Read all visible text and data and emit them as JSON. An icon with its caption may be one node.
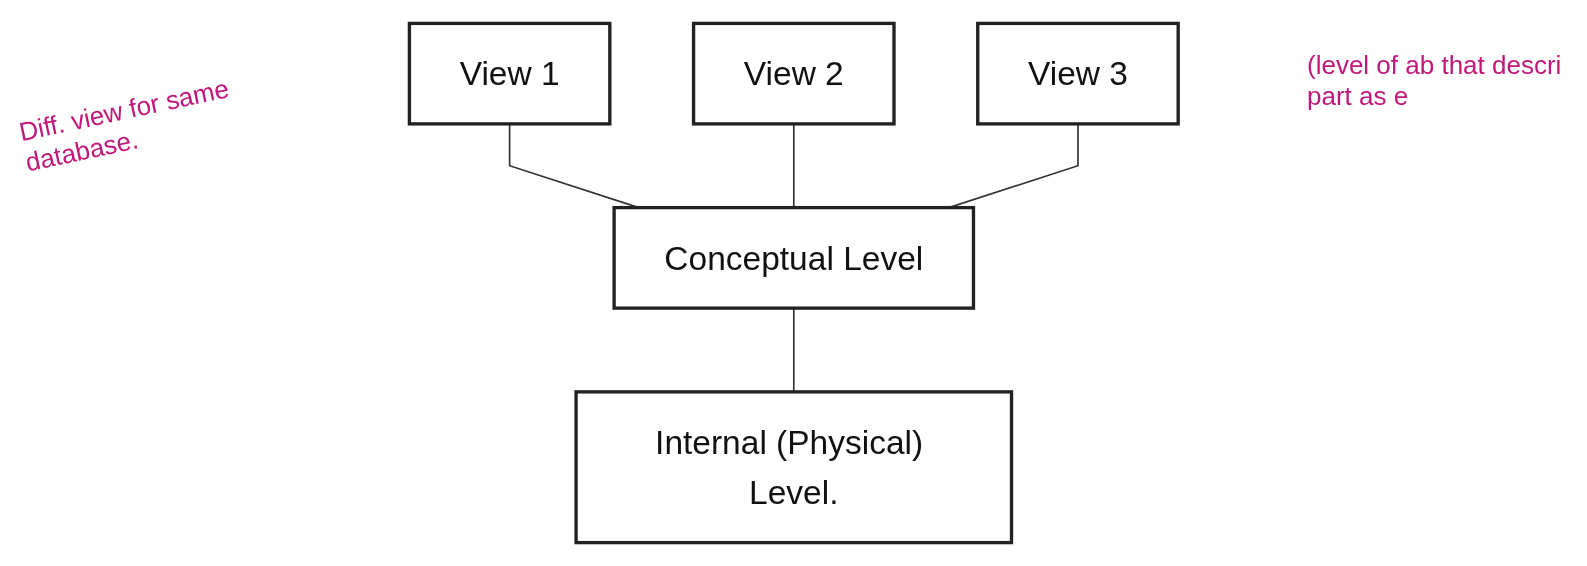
{
  "diagram": {
    "nodes": [
      {
        "text": [
          "View 1"
        ]
      },
      {
        "text": [
          "View 2"
        ]
      },
      {
        "text": [
          "View 3"
        ]
      },
      {
        "text": [
          "Conceptual Level"
        ]
      },
      {
        "text": [
          "Internal (Physical) Level."
        ]
      }
    ],
    "edges": [
      {
        "from": 0,
        "to": 3,
        "arrow": "none"
      },
      {
        "from": 1,
        "to": 3,
        "arrow": "none"
      },
      {
        "from": 2,
        "to": 3,
        "arrow": "none"
      },
      {
        "from": 3,
        "to": 4,
        "arrow": "none"
      }
    ],
    "labels": [
      "Diff. view for same database.",
      "(level of ab that descri part as e"
    ]
  }
}
